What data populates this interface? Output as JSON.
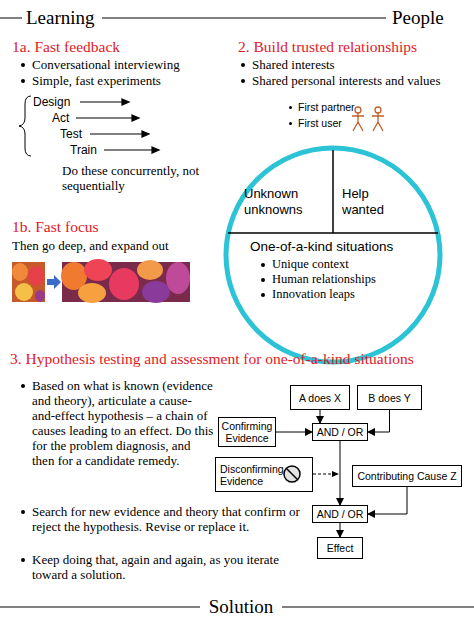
{
  "diagram": {
    "nodes": [
      {
        "text": [
          "Unknown unknowns"
        ]
      },
      {
        "text": [
          "Help wanted"
        ]
      },
      {
        "text": [
          "One-of-a-kind situations",
          "Unique context",
          "Human relationships",
          "Innovation leaps"
        ]
      },
      {
        "text": [
          "A does X"
        ]
      },
      {
        "text": [
          "B does Y"
        ]
      },
      {
        "text": [
          "Confirming Evidence"
        ]
      },
      {
        "text": [
          "AND / OR"
        ]
      },
      {
        "text": [
          "Disconfirming Evidence"
        ]
      },
      {
        "text": [
          "Contributing Cause Z"
        ]
      },
      {
        "text": [
          "AND / OR"
        ]
      },
      {
        "text": [
          "Effect"
        ]
      }
    ],
    "edges": [
      {
        "from": 3,
        "to": 6,
        "arrow": "to"
      },
      {
        "from": 4,
        "to": 6,
        "arrow": "to"
      },
      {
        "from": 5,
        "to": 6,
        "arrow": "to"
      },
      {
        "from": 6,
        "to": 9,
        "arrow": "to"
      },
      {
        "from": 8,
        "to": 9,
        "arrow": "to"
      },
      {
        "from": 9,
        "to": 10,
        "arrow": "to"
      }
    ],
    "labels": [
      "Learning",
      "People",
      "1a. Fast feedback",
      "Conversational interviewing",
      "Simple, fast experiments",
      "Design",
      "Act",
      "Test",
      "Train",
      "Do these concurrently, not sequentially",
      "1b. Fast focus",
      "Then go deep, and expand out",
      "2. Build trusted relationships",
      "Shared interests",
      "Shared personal interests and values",
      "First partner",
      "First user",
      "3. Hypothesis testing and assessment for one-of-a-kind situations",
      "Based on what is known (evidence and theory), articulate a cause-and-effect hypothesis – a chain of causes leading to an effect. Do this for the problem diagnosis, and then for a candidate remedy.",
      "Search for new evidence and theory that confirm or reject the hypothesis. Revise or replace it.",
      "Keep doing that, again and again, as you iterate toward a solution.",
      "Solution"
    ]
  }
}
